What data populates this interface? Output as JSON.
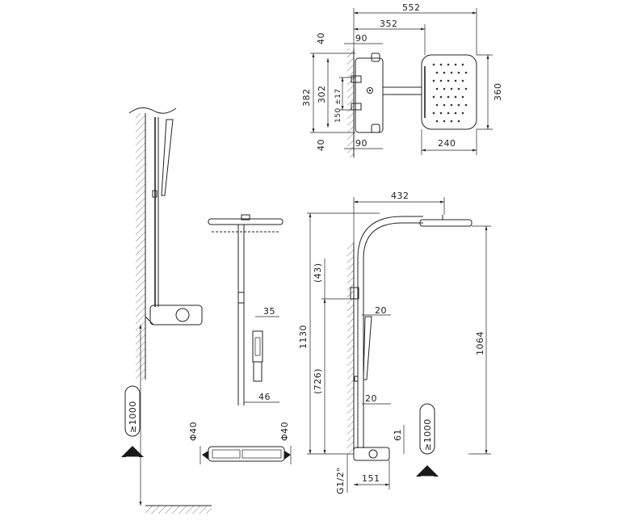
{
  "dimensions": {
    "top_total_width": "552",
    "top_width_to_head": "352",
    "top_left_offset": "90",
    "top_bottom_offset": "90",
    "head_depth": "240",
    "head_width": "360",
    "top_upper_margin": "40",
    "top_lower_margin": "40",
    "bracket_total": "382",
    "bracket_span": "302",
    "bracket_adjust": "150 ±17",
    "side_reach": "432",
    "total_height": "1130",
    "head_height": "1064",
    "upper_offset": "(43)",
    "valve_height": "(726)",
    "angle_upper": "20",
    "angle_lower": "20",
    "outlet_height": "61",
    "floor_clearance_right": "≥1000",
    "outlet_depth": "151",
    "inlet_thread": "G1/2\"",
    "front_handshower_width": "35",
    "front_handshower_offset": "46",
    "front_valve_left": "Φ40",
    "front_valve_right": "Φ40",
    "floor_clearance_left": "≥1000"
  },
  "colors": {
    "line": "#222222",
    "fill_light": "#f2f2f2",
    "fill_dark": "#1a1a1a"
  }
}
